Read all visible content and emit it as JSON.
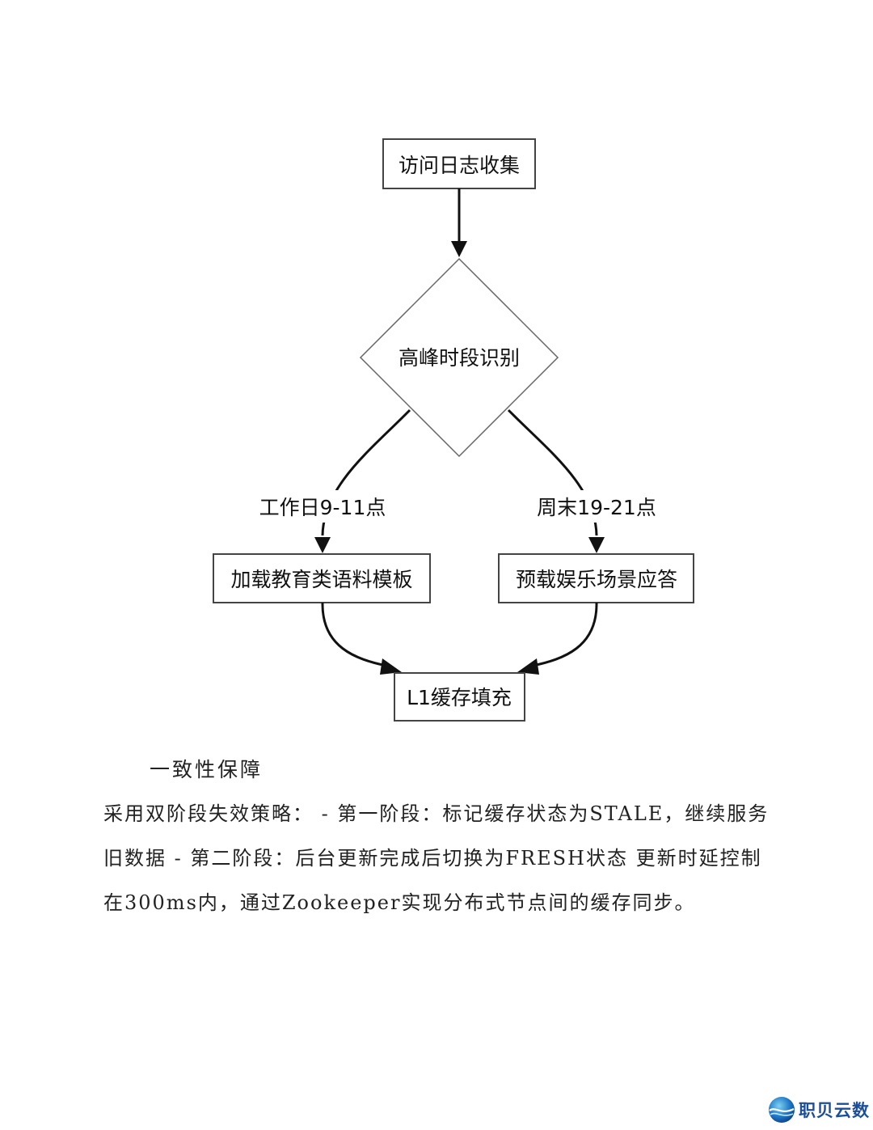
{
  "flowchart": {
    "nodes": {
      "collect": "访问日志收集",
      "identify": "高峰时段识别",
      "edu": "加载教育类语料模板",
      "ent": "预载娱乐场景应答",
      "fill": "L1缓存填充"
    },
    "edges": {
      "weekday": "工作日9-11点",
      "weekend": "周末19-21点"
    }
  },
  "section": {
    "heading": "一致性保障",
    "paragraph": "采用双阶段失效策略： - 第一阶段：标记缓存状态为STALE，继续服务旧数据 - 第二阶段：后台更新完成后切换为FRESH状态 更新时延控制在300ms内，通过Zookeeper实现分布式节点间的缓存同步。"
  },
  "brand": {
    "name": "职贝云数",
    "logo_icon": "blue-globe-wave-icon"
  }
}
